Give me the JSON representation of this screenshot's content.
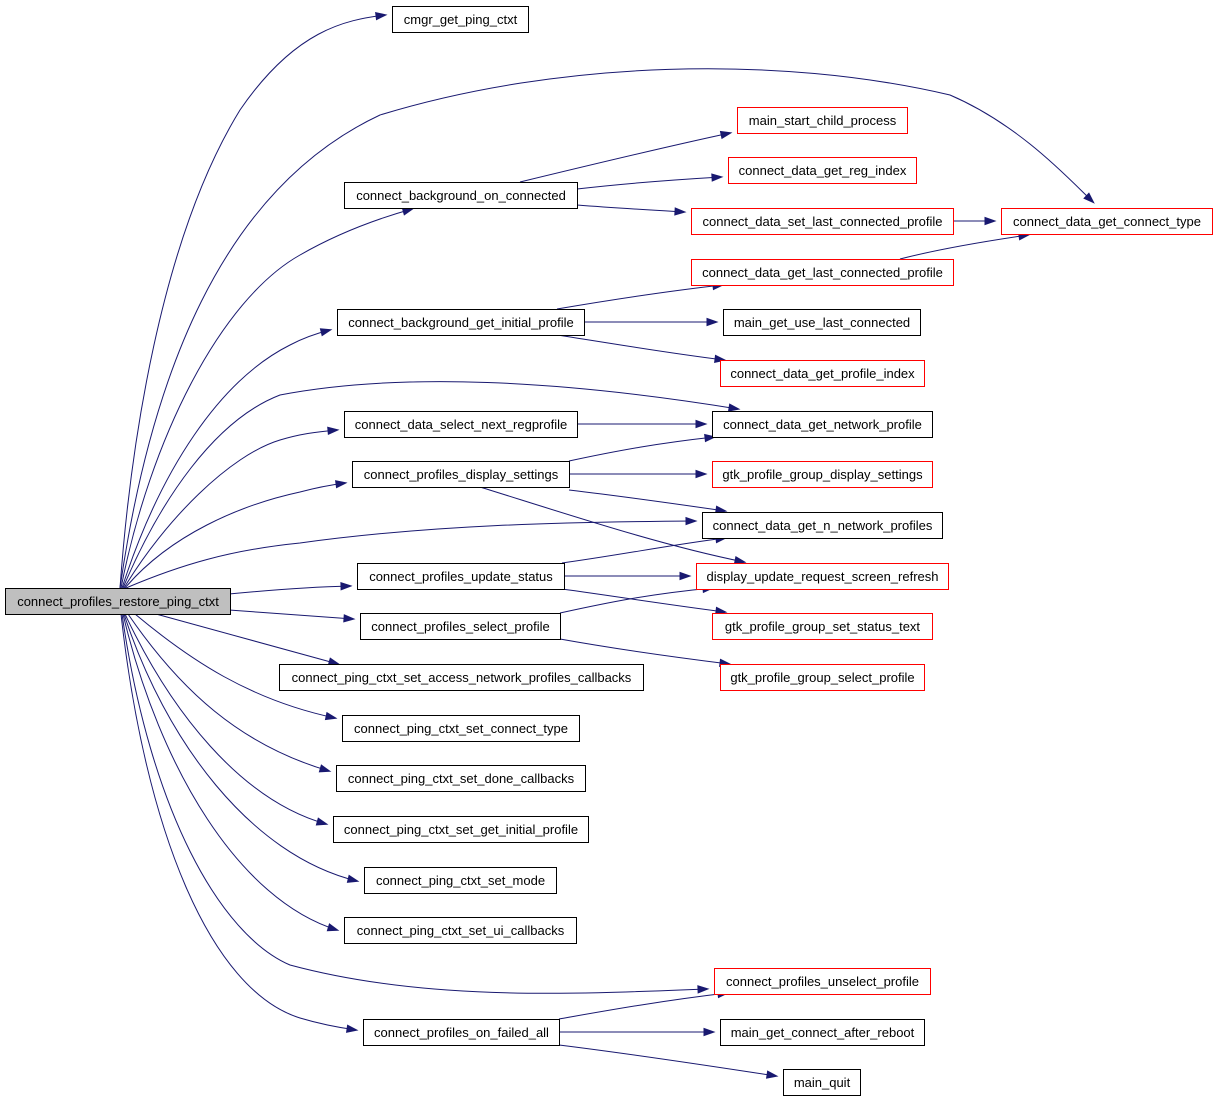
{
  "colors": {
    "edge": "#191970",
    "root_fill": "#bfbfbf",
    "root_border": "#000000",
    "node_fill": "#ffffff",
    "documented_border": "#000000",
    "undocumented_border": "#ff0000"
  },
  "nodes": [
    {
      "id": "root",
      "label": "connect_profiles_restore_ping_ctxt",
      "kind": "root"
    },
    {
      "id": "cmgr_ping",
      "label": "cmgr_get_ping_ctxt",
      "kind": "normal"
    },
    {
      "id": "bg_on_conn",
      "label": "connect_background_on_connected",
      "kind": "normal"
    },
    {
      "id": "main_start_child",
      "label": "main_start_child_process",
      "kind": "red"
    },
    {
      "id": "get_reg_index",
      "label": "connect_data_get_reg_index",
      "kind": "red"
    },
    {
      "id": "set_last_conn",
      "label": "connect_data_set_last_connected_profile",
      "kind": "red"
    },
    {
      "id": "get_conn_type",
      "label": "connect_data_get_connect_type",
      "kind": "red"
    },
    {
      "id": "get_last_conn",
      "label": "connect_data_get_last_connected_profile",
      "kind": "red"
    },
    {
      "id": "bg_init_profile",
      "label": "connect_background_get_initial_profile",
      "kind": "normal"
    },
    {
      "id": "main_use_last",
      "label": "main_get_use_last_connected",
      "kind": "normal"
    },
    {
      "id": "get_profile_index",
      "label": "connect_data_get_profile_index",
      "kind": "red"
    },
    {
      "id": "select_next_reg",
      "label": "connect_data_select_next_regprofile",
      "kind": "normal"
    },
    {
      "id": "get_net_profile",
      "label": "connect_data_get_network_profile",
      "kind": "normal"
    },
    {
      "id": "display_settings",
      "label": "connect_profiles_display_settings",
      "kind": "normal"
    },
    {
      "id": "gtk_display_settings",
      "label": "gtk_profile_group_display_settings",
      "kind": "red"
    },
    {
      "id": "get_n_net",
      "label": "connect_data_get_n_network_profiles",
      "kind": "normal"
    },
    {
      "id": "update_status",
      "label": "connect_profiles_update_status",
      "kind": "normal"
    },
    {
      "id": "screen_refresh",
      "label": "display_update_request_screen_refresh",
      "kind": "red"
    },
    {
      "id": "select_profile",
      "label": "connect_profiles_select_profile",
      "kind": "normal"
    },
    {
      "id": "gtk_status_text",
      "label": "gtk_profile_group_set_status_text",
      "kind": "red"
    },
    {
      "id": "gtk_select_profile",
      "label": "gtk_profile_group_select_profile",
      "kind": "red"
    },
    {
      "id": "set_access_cb",
      "label": "connect_ping_ctxt_set_access_network_profiles_callbacks",
      "kind": "normal"
    },
    {
      "id": "set_conn_type",
      "label": "connect_ping_ctxt_set_connect_type",
      "kind": "normal"
    },
    {
      "id": "set_done_cb",
      "label": "connect_ping_ctxt_set_done_callbacks",
      "kind": "normal"
    },
    {
      "id": "set_get_init",
      "label": "connect_ping_ctxt_set_get_initial_profile",
      "kind": "normal"
    },
    {
      "id": "set_mode",
      "label": "connect_ping_ctxt_set_mode",
      "kind": "normal"
    },
    {
      "id": "set_ui_cb",
      "label": "connect_ping_ctxt_set_ui_callbacks",
      "kind": "normal"
    },
    {
      "id": "unselect_profile",
      "label": "connect_profiles_unselect_profile",
      "kind": "red"
    },
    {
      "id": "failed_all",
      "label": "connect_profiles_on_failed_all",
      "kind": "normal"
    },
    {
      "id": "main_conn_after_reboot",
      "label": "main_get_connect_after_reboot",
      "kind": "normal"
    },
    {
      "id": "main_quit",
      "label": "main_quit",
      "kind": "normal"
    }
  ],
  "edges": [
    {
      "from": "root",
      "to": "cmgr_ping"
    },
    {
      "from": "root",
      "to": "get_conn_type"
    },
    {
      "from": "root",
      "to": "bg_on_conn"
    },
    {
      "from": "root",
      "to": "bg_init_profile"
    },
    {
      "from": "root",
      "to": "get_net_profile"
    },
    {
      "from": "root",
      "to": "select_next_reg"
    },
    {
      "from": "root",
      "to": "display_settings"
    },
    {
      "from": "root",
      "to": "get_n_net"
    },
    {
      "from": "root",
      "to": "update_status"
    },
    {
      "from": "root",
      "to": "select_profile"
    },
    {
      "from": "root",
      "to": "set_access_cb"
    },
    {
      "from": "root",
      "to": "set_conn_type"
    },
    {
      "from": "root",
      "to": "set_done_cb"
    },
    {
      "from": "root",
      "to": "set_get_init"
    },
    {
      "from": "root",
      "to": "set_mode"
    },
    {
      "from": "root",
      "to": "set_ui_cb"
    },
    {
      "from": "root",
      "to": "unselect_profile"
    },
    {
      "from": "root",
      "to": "failed_all"
    },
    {
      "from": "bg_on_conn",
      "to": "main_start_child"
    },
    {
      "from": "bg_on_conn",
      "to": "get_reg_index"
    },
    {
      "from": "bg_on_conn",
      "to": "set_last_conn"
    },
    {
      "from": "set_last_conn",
      "to": "get_conn_type"
    },
    {
      "from": "get_last_conn",
      "to": "get_conn_type"
    },
    {
      "from": "bg_init_profile",
      "to": "get_last_conn"
    },
    {
      "from": "bg_init_profile",
      "to": "main_use_last"
    },
    {
      "from": "bg_init_profile",
      "to": "get_profile_index"
    },
    {
      "from": "select_next_reg",
      "to": "get_net_profile"
    },
    {
      "from": "display_settings",
      "to": "get_net_profile"
    },
    {
      "from": "display_settings",
      "to": "gtk_display_settings"
    },
    {
      "from": "display_settings",
      "to": "get_n_net"
    },
    {
      "from": "display_settings",
      "to": "screen_refresh"
    },
    {
      "from": "update_status",
      "to": "get_n_net"
    },
    {
      "from": "update_status",
      "to": "screen_refresh"
    },
    {
      "from": "update_status",
      "to": "gtk_status_text"
    },
    {
      "from": "select_profile",
      "to": "screen_refresh"
    },
    {
      "from": "select_profile",
      "to": "gtk_select_profile"
    },
    {
      "from": "failed_all",
      "to": "unselect_profile"
    },
    {
      "from": "failed_all",
      "to": "main_conn_after_reboot"
    },
    {
      "from": "failed_all",
      "to": "main_quit"
    }
  ]
}
